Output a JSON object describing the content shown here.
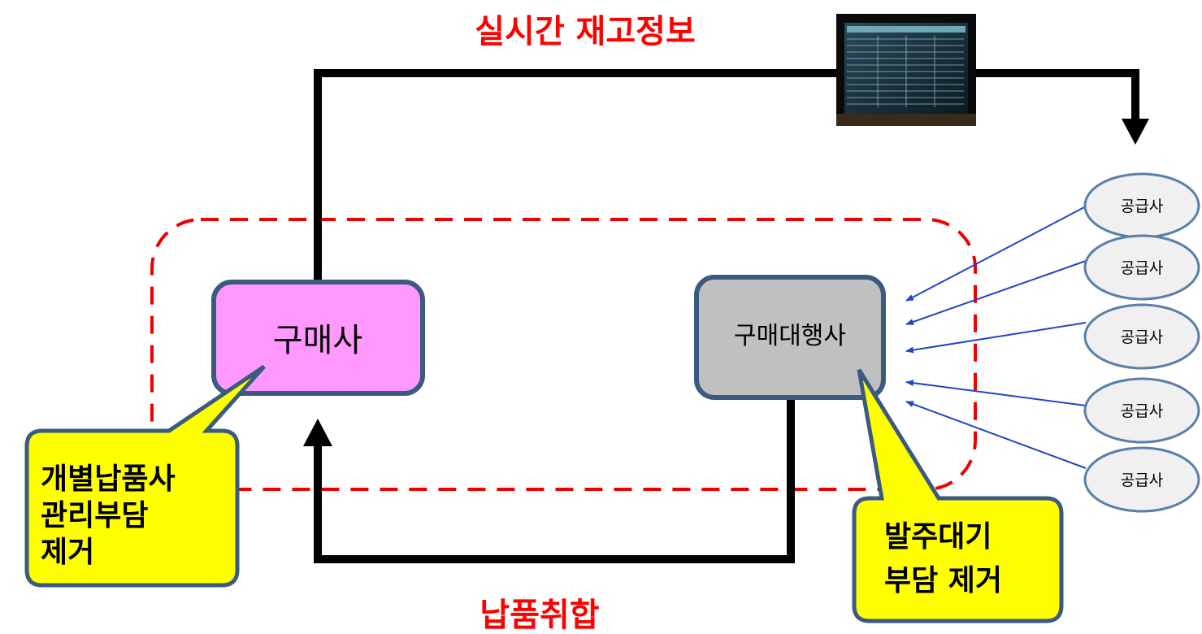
{
  "title_top": "실시간 재고정보",
  "title_bottom": "납품취합",
  "nodes": {
    "buyer": "구매사",
    "agent": "구매대행사"
  },
  "suppliers": [
    "공급사",
    "공급사",
    "공급사",
    "공급사",
    "공급사"
  ],
  "callouts": {
    "buyer_note": [
      "개별납품사",
      "관리부담",
      "제거"
    ],
    "agent_note": [
      "발주대기",
      "부담 제거"
    ]
  },
  "colors": {
    "title": "#ff0000",
    "buyer_fill": "#ff99ff",
    "agent_fill": "#c0c0c0",
    "node_border": "#3a5a80",
    "callout_fill": "#ffff00",
    "supplier_fill": "#f0f0f0",
    "supplier_border": "#5a7fa8",
    "supplier_arrow": "#2244cc",
    "dashed_border": "#ee0000",
    "flow_line": "#000000"
  },
  "icons": [
    "monitor-icon"
  ]
}
